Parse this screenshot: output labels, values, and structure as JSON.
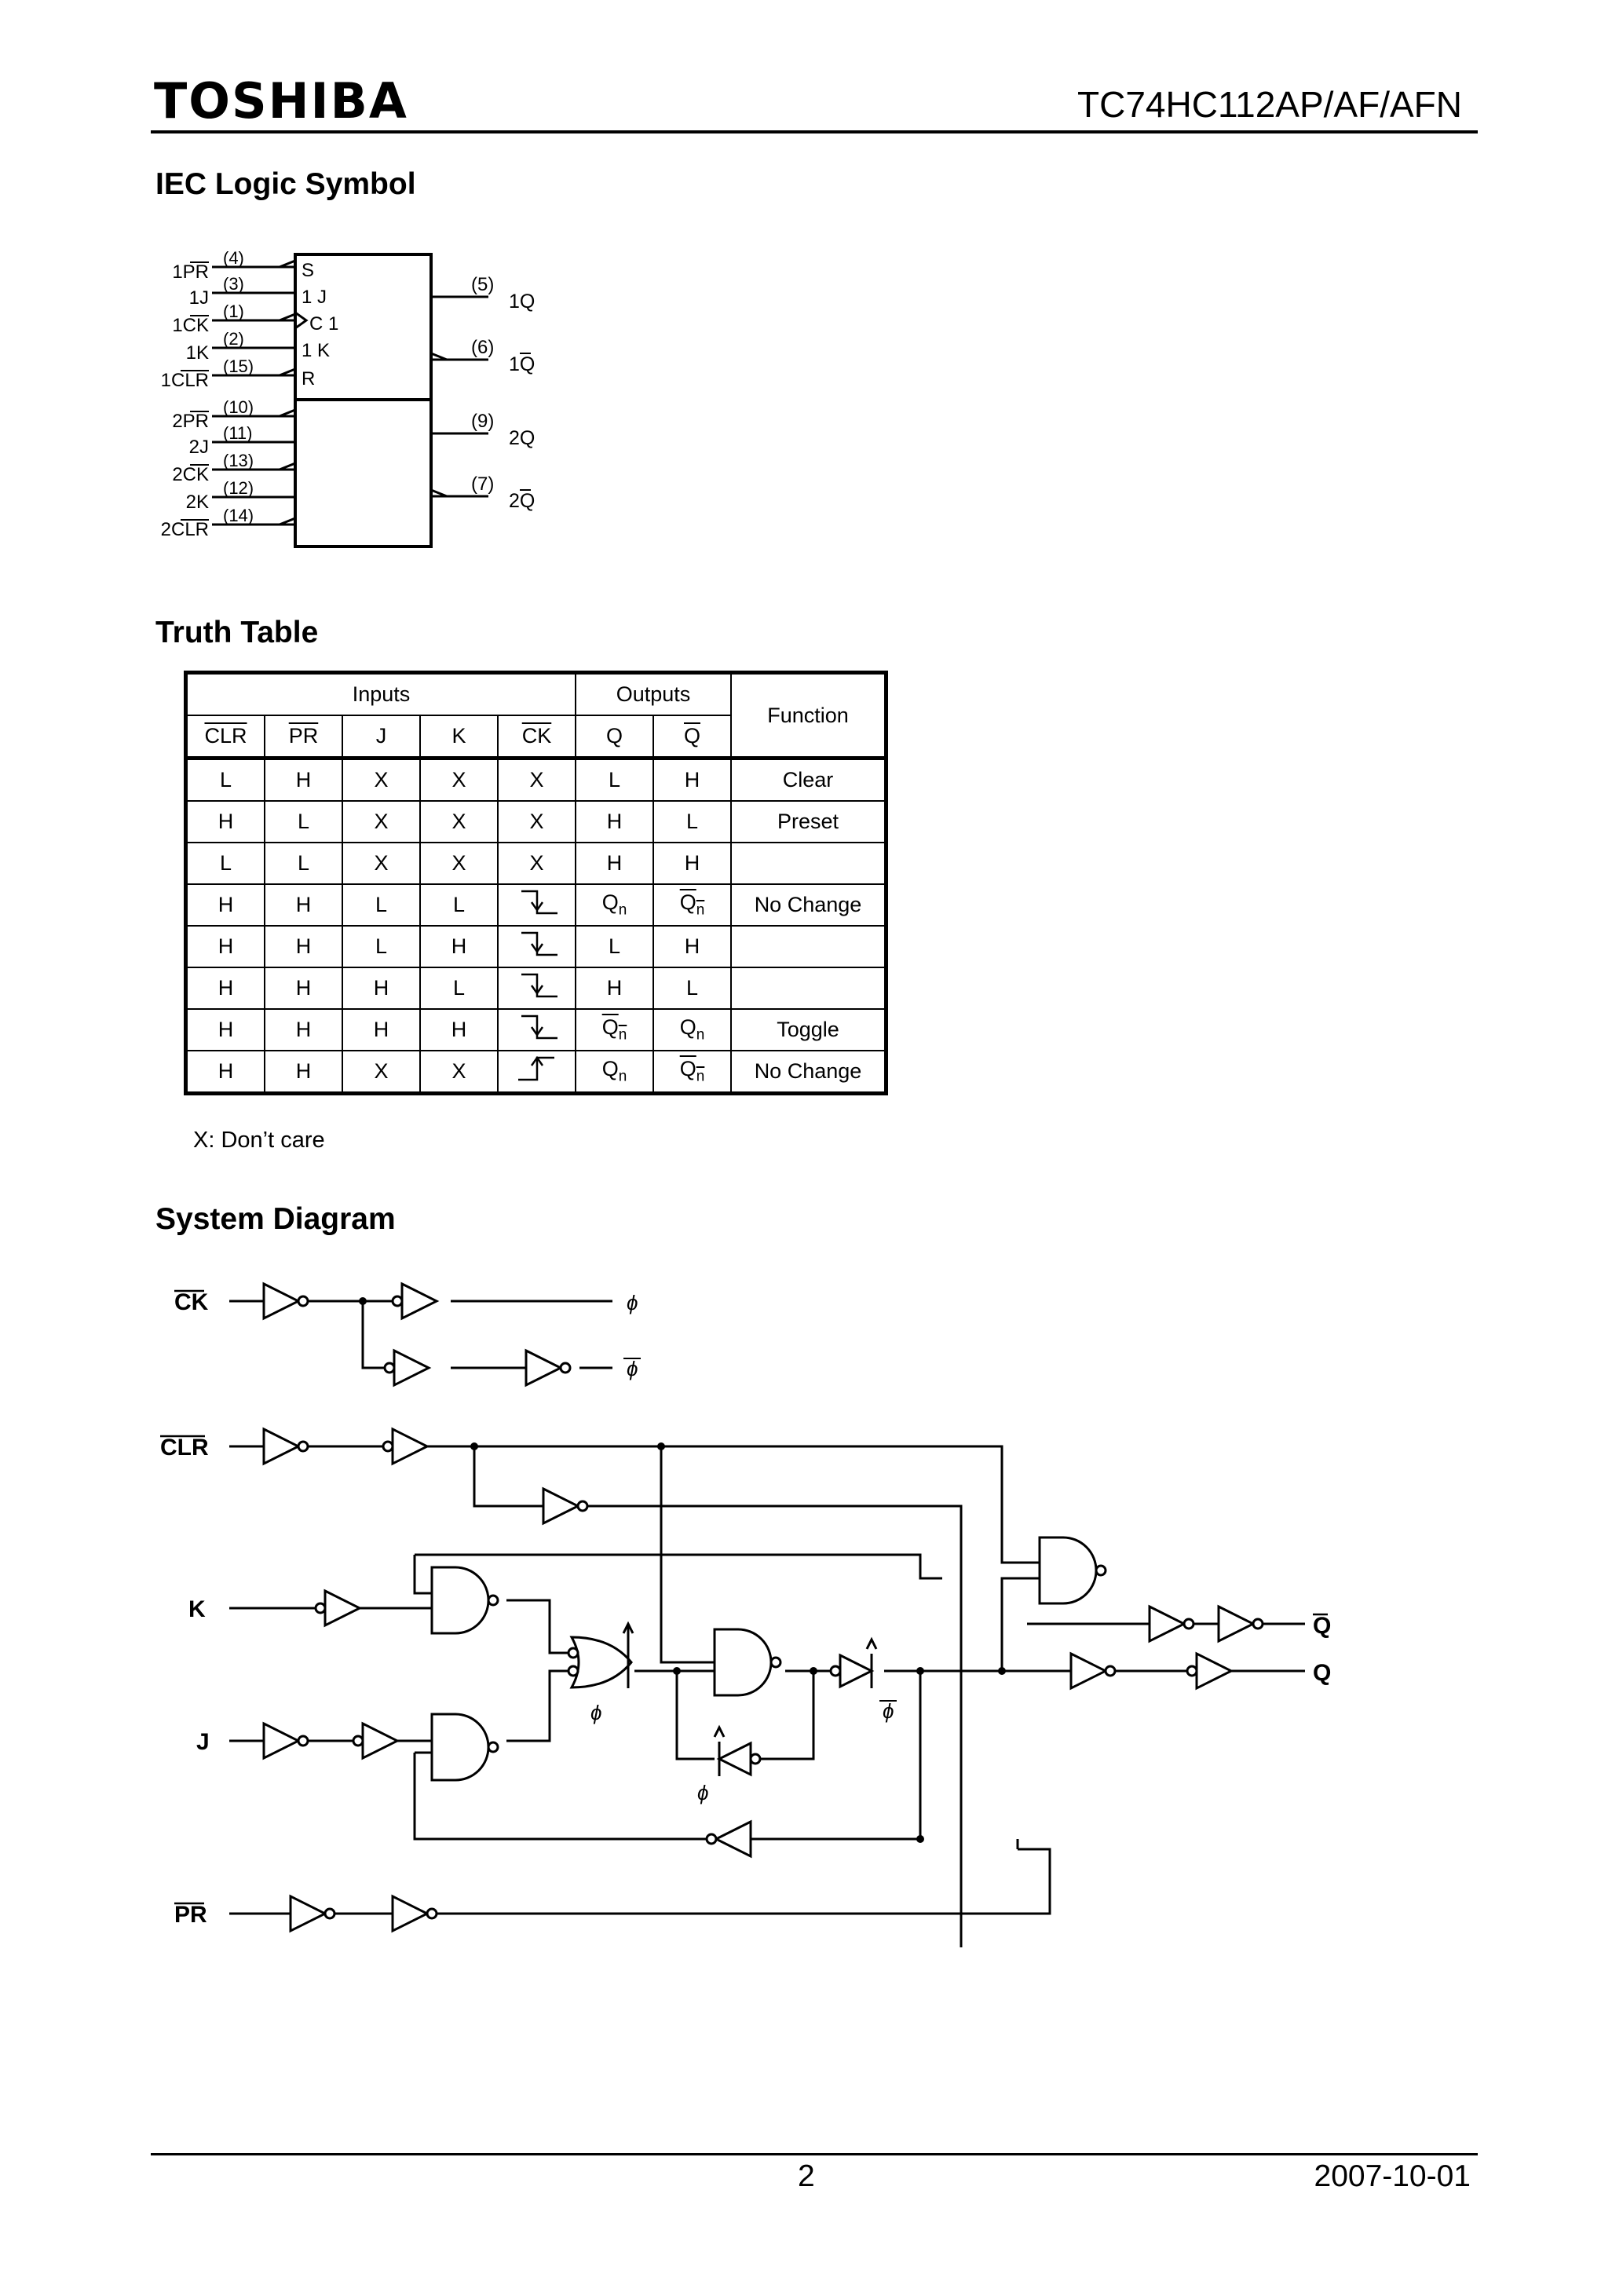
{
  "header": {
    "logo": "TOSHIBA",
    "part_number": "TC74HC112AP/AF/AFN"
  },
  "sections": {
    "iec": "IEC Logic Symbol",
    "truth": "Truth Table",
    "system": "System Diagram"
  },
  "iec": {
    "inputs": [
      {
        "label": "1PR",
        "pin": "(4)"
      },
      {
        "label": "1J",
        "pin": "(3)"
      },
      {
        "label": "1CK",
        "pin": "(1)"
      },
      {
        "label": "1K",
        "pin": "(2)"
      },
      {
        "label": "1CLR",
        "pin": "(15)"
      },
      {
        "label": "2PR",
        "pin": "(10)"
      },
      {
        "label": "2J",
        "pin": "(11)"
      },
      {
        "label": "2CK",
        "pin": "(13)"
      },
      {
        "label": "2K",
        "pin": "(12)"
      },
      {
        "label": "2CLR",
        "pin": "(14)"
      }
    ],
    "box_labels": [
      "S",
      "1 J",
      "C 1",
      "1 K",
      "R"
    ],
    "outputs": [
      {
        "label": "1Q",
        "pin": "(5)"
      },
      {
        "label": "1Q",
        "pin": "(6)"
      },
      {
        "label": "2Q",
        "pin": "(9)"
      },
      {
        "label": "2Q",
        "pin": "(7)"
      }
    ]
  },
  "truth_table": {
    "group_headers": {
      "inputs": "Inputs",
      "outputs": "Outputs",
      "function": "Function"
    },
    "columns": [
      "CLR",
      "PR",
      "J",
      "K",
      "CK",
      "Q",
      "Q"
    ],
    "rows": [
      {
        "clr": "L",
        "pr": "H",
        "j": "X",
        "k": "X",
        "ck": "X",
        "q": "L",
        "qb": "H",
        "fn": "Clear"
      },
      {
        "clr": "H",
        "pr": "L",
        "j": "X",
        "k": "X",
        "ck": "X",
        "q": "H",
        "qb": "L",
        "fn": "Preset"
      },
      {
        "clr": "L",
        "pr": "L",
        "j": "X",
        "k": "X",
        "ck": "X",
        "q": "H",
        "qb": "H",
        "fn": ""
      },
      {
        "clr": "H",
        "pr": "H",
        "j": "L",
        "k": "L",
        "ck": "fall",
        "q": "Qn",
        "qb": "Qn",
        "fn": "No Change"
      },
      {
        "clr": "H",
        "pr": "H",
        "j": "L",
        "k": "H",
        "ck": "fall",
        "q": "L",
        "qb": "H",
        "fn": ""
      },
      {
        "clr": "H",
        "pr": "H",
        "j": "H",
        "k": "L",
        "ck": "fall",
        "q": "H",
        "qb": "L",
        "fn": ""
      },
      {
        "clr": "H",
        "pr": "H",
        "j": "H",
        "k": "H",
        "ck": "fall",
        "q": "Qn",
        "qb": "Qn",
        "fn": "Toggle"
      },
      {
        "clr": "H",
        "pr": "H",
        "j": "X",
        "k": "X",
        "ck": "rise",
        "q": "Qn",
        "qb": "Qn",
        "fn": "No Change"
      }
    ],
    "note": "X: Don’t care"
  },
  "system": {
    "labels": {
      "ck": "CK",
      "clr": "CLR",
      "k": "K",
      "j": "J",
      "pr": "PR",
      "q_bar": "Q",
      "q": "Q"
    },
    "phi": "ϕ"
  },
  "footer": {
    "page": "2",
    "date": "2007-10-01"
  }
}
